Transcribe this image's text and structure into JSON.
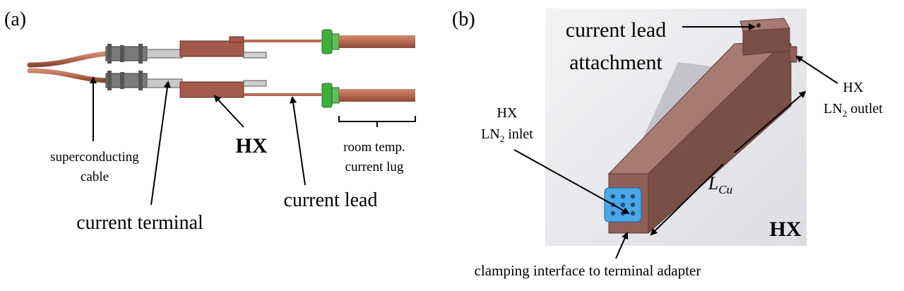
{
  "panel_a": {
    "tag": "(a)",
    "labels": {
      "superconducting_cable_line1": "superconducting",
      "superconducting_cable_line2": "cable",
      "current_terminal": "current terminal",
      "hx": "HX",
      "current_lead": "current lead",
      "room_temp_line1": "room temp.",
      "room_temp_line2": "current lug"
    }
  },
  "panel_b": {
    "tag": "(b)",
    "labels": {
      "attachment_line1": "current lead",
      "attachment_line2": "attachment",
      "inlet_line1": "HX",
      "inlet_ln": "LN",
      "inlet_sub": "2",
      "inlet_word": " inlet",
      "outlet_line1": "HX",
      "outlet_ln": "LN",
      "outlet_sub": "2",
      "outlet_word": " outlet",
      "length_main": "L",
      "length_sub": "Cu",
      "hx": "HX",
      "clamping": "clamping interface to terminal adapter"
    }
  },
  "colors": {
    "copper": "#b56a52",
    "copper_dark": "#8a4a36",
    "hx_body": "#8f6058",
    "hx_top": "#a77a72",
    "hx_dark": "#6e4640",
    "green_flange": "#3fae3f",
    "steel": "#b9b9b9",
    "inlet_blue": "#4aa8e8"
  }
}
